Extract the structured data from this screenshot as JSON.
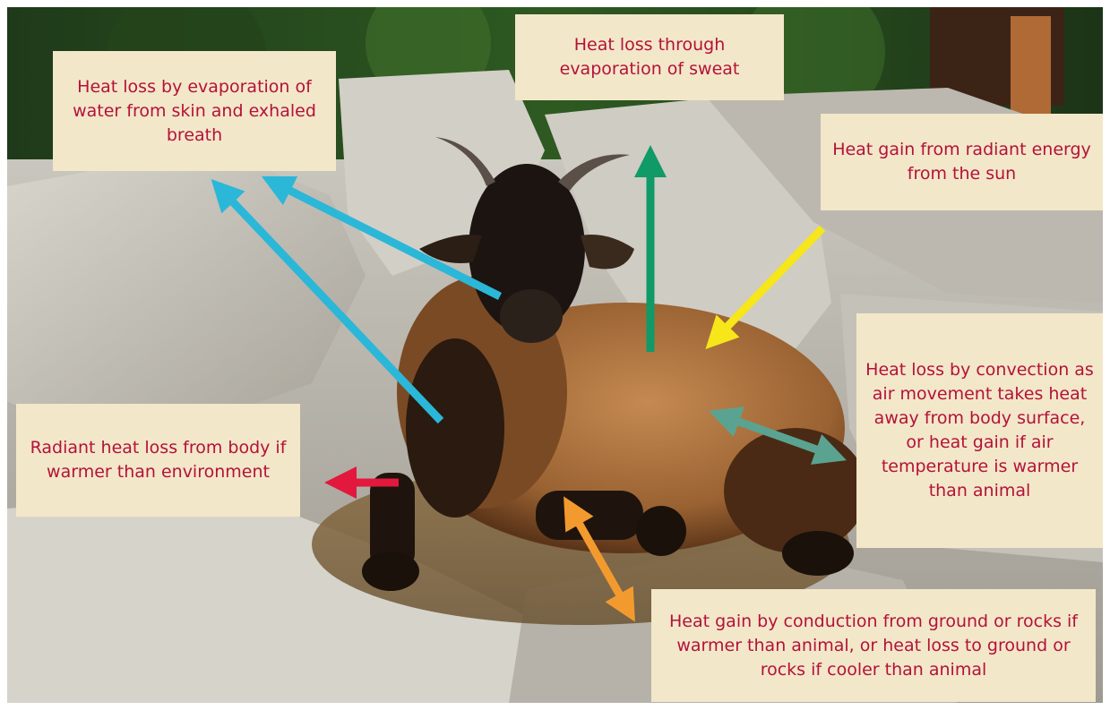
{
  "labels": {
    "evaporation_breath": "Heat loss by evaporation of water from skin and exhaled breath",
    "sweat": "Heat loss through evaporation of sweat",
    "sun": "Heat gain from radiant energy from the sun",
    "convection": "Heat loss by convection as air movement takes heat away from body surface, or heat gain if air temperature is warmer than animal",
    "radiant_loss": "Radiant heat loss from body if warmer than environment",
    "conduction": "Heat gain by conduction from ground or rocks if warmer than animal, or heat loss to ground or rocks if cooler than animal"
  },
  "arrows": [
    {
      "name": "evaporation-arrow-head",
      "color": "#2bb7d8"
    },
    {
      "name": "evaporation-arrow-body",
      "color": "#2bb7d8"
    },
    {
      "name": "sweat-arrow",
      "color": "#0f9a68"
    },
    {
      "name": "sun-arrow",
      "color": "#f6e61a"
    },
    {
      "name": "convection-arrow",
      "color": "#5aa391"
    },
    {
      "name": "radiant-arrow",
      "color": "#e2183d"
    },
    {
      "name": "conduction-arrow",
      "color": "#f39a2f"
    }
  ],
  "colors": {
    "label_bg": "#f3e7c9",
    "label_text": "#b3123a"
  }
}
